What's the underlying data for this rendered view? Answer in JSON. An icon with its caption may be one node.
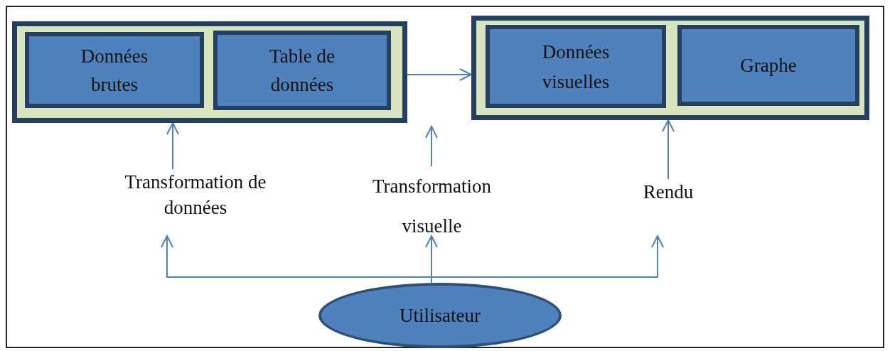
{
  "diagram": {
    "nodes": [
      {
        "text": [],
        "shape": "box"
      },
      {
        "text": [
          "Données brutes"
        ],
        "in": 0
      },
      {
        "text": [
          "Table de données"
        ],
        "in": 0
      },
      {
        "text": [],
        "shape": "box"
      },
      {
        "text": [
          "Données visuelles"
        ],
        "in": 3
      },
      {
        "text": [
          "Graphe"
        ],
        "in": 3
      },
      {
        "text": [
          "Transformation de données"
        ]
      },
      {
        "text": [
          "Transformation visuelle"
        ]
      },
      {
        "text": [
          "Rendu"
        ]
      },
      {
        "text": [
          "Utilisateur"
        ]
      }
    ],
    "edges": [
      {
        "from": 0,
        "to": 3,
        "arrow": "to"
      },
      {
        "from": 6,
        "to": 0,
        "arrow": "to"
      },
      {
        "from": 7,
        "to": null,
        "arrow": "to"
      },
      {
        "from": 8,
        "to": 3,
        "arrow": "to"
      },
      {
        "from": 9,
        "to": 6,
        "arrow": "to"
      },
      {
        "from": 9,
        "to": 7,
        "arrow": "to"
      },
      {
        "from": 9,
        "to": 8,
        "arrow": "to"
      }
    ]
  }
}
